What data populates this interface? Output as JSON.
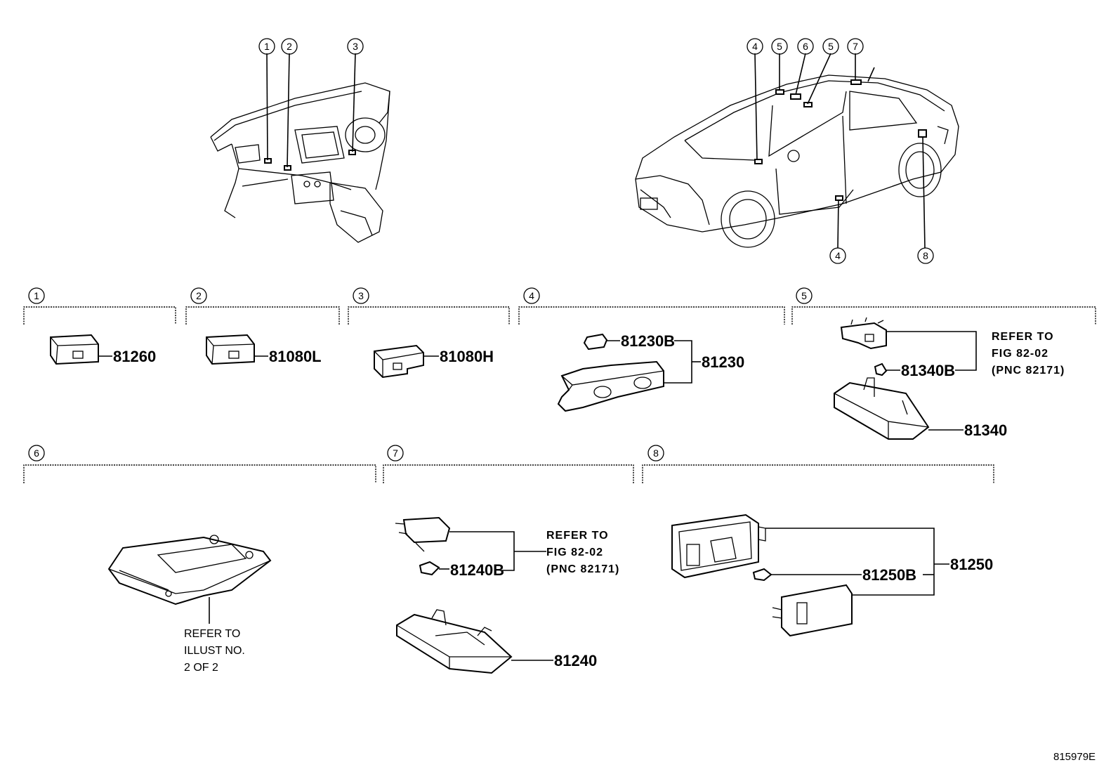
{
  "callouts": [
    "1",
    "2",
    "3",
    "4",
    "5",
    "6",
    "7",
    "8"
  ],
  "parts": {
    "p81260": "81260",
    "p81080L": "81080L",
    "p81080H": "81080H",
    "p81230B": "81230B",
    "p81230": "81230",
    "p81340B": "81340B",
    "p81340": "81340",
    "p81240B": "81240B",
    "p81240": "81240",
    "p81250B": "81250B",
    "p81250": "81250"
  },
  "refer5": [
    "REFER TO",
    "FIG 82-02",
    "(PNC 82171)"
  ],
  "refer7": [
    "REFER TO",
    "FIG 82-02",
    "(PNC 82171)"
  ],
  "refer6": [
    "REFER TO",
    "ILLUST NO.",
    "2 OF 2"
  ],
  "figure_code": "815979E"
}
